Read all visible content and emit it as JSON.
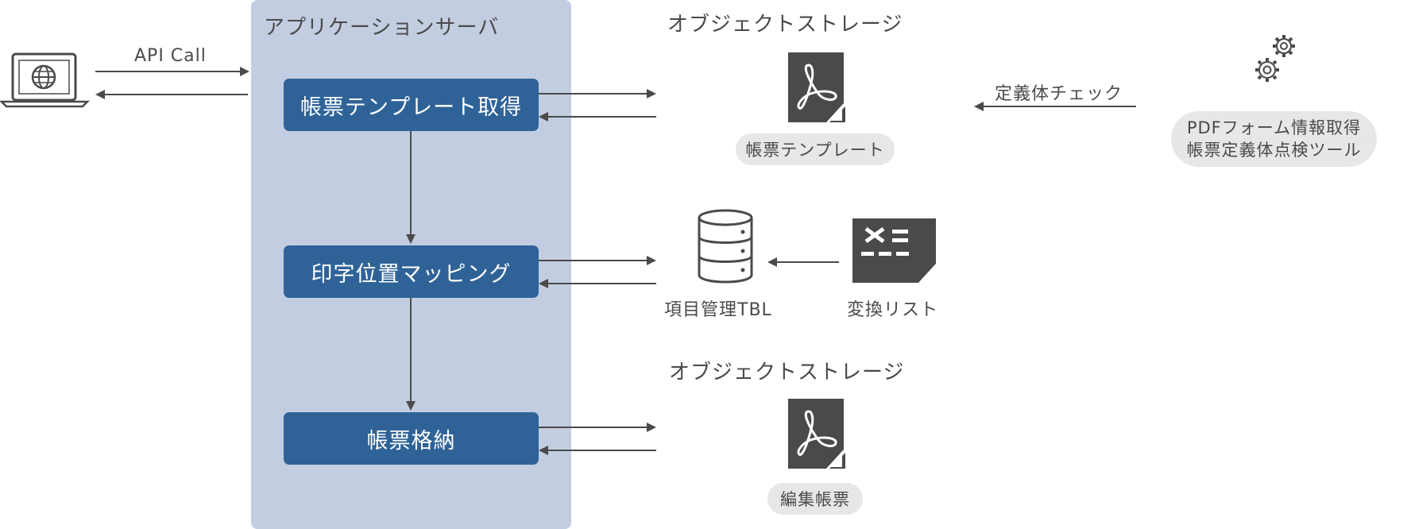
{
  "server": {
    "title": "アプリケーションサーバ"
  },
  "api_call_label": "API Call",
  "steps": [
    {
      "label": "帳票テンプレート取得"
    },
    {
      "label": "印字位置マッピング"
    },
    {
      "label": "帳票格納"
    }
  ],
  "storage_top": {
    "title": "オブジェクトストレージ",
    "file_label": "帳票テンプレート"
  },
  "storage_bottom": {
    "title": "オブジェクトストレージ",
    "file_label": "編集帳票"
  },
  "item_table_label": "項目管理TBL",
  "conversion_list_label": "変換リスト",
  "check_label": "定義体チェック",
  "tool": {
    "line1": "PDFフォーム情報取得",
    "line2": "帳票定義体点検ツール"
  },
  "colors": {
    "panel": "#c2cde1",
    "step": "#2f6398",
    "icon": "#4a4a4a",
    "pill": "#e7e7e7"
  },
  "icons": [
    "laptop-globe-icon",
    "pdf-file-icon",
    "database-icon",
    "excel-file-icon",
    "gears-icon"
  ]
}
